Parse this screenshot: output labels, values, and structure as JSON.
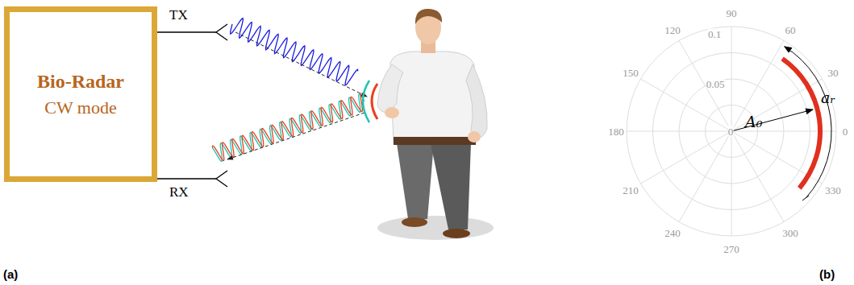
{
  "diagram": {
    "nodes": [
      {
        "text": [
          "Bio-Radar",
          "CW mode"
        ]
      }
    ],
    "labels": [
      "TX",
      "RX",
      "(a)",
      "(b)",
      "90",
      "120",
      "60",
      "150",
      "30",
      "180",
      "0",
      "210",
      "330",
      "240",
      "300",
      "270",
      "0.1",
      "0.05",
      "0",
      "A₀",
      "aᵣ"
    ]
  }
}
